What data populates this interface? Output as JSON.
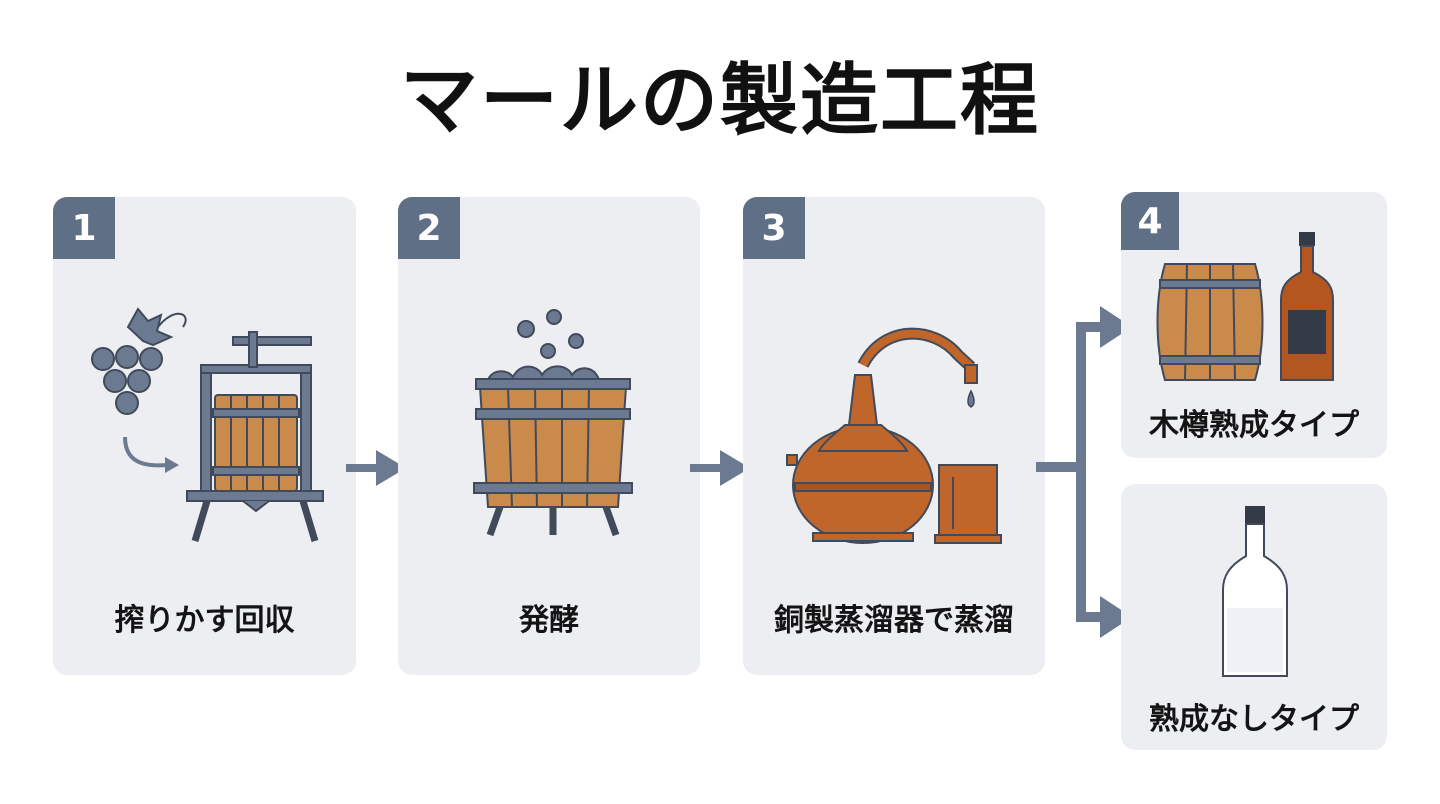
{
  "title": "マールの製造工程",
  "steps": [
    {
      "number": "1",
      "label": "搾りかす回収",
      "icon": "grape-press-icon"
    },
    {
      "number": "2",
      "label": "発酵",
      "icon": "fermentation-barrel-icon"
    },
    {
      "number": "3",
      "label": "銅製蒸溜器で蒸溜",
      "icon": "copper-still-icon"
    },
    {
      "number": "4",
      "outcomes": [
        {
          "label": "木樽熟成タイプ",
          "icon": "barrel-aged-bottle-icon"
        },
        {
          "label": "熟成なしタイプ",
          "icon": "clear-bottle-icon"
        }
      ]
    }
  ],
  "colors": {
    "badge": "#5f6f86",
    "card": "#eceef2",
    "wood": "#c98a4b",
    "copper": "#c0662b",
    "outline": "#404a5a",
    "arrow": "#6b7a90"
  }
}
